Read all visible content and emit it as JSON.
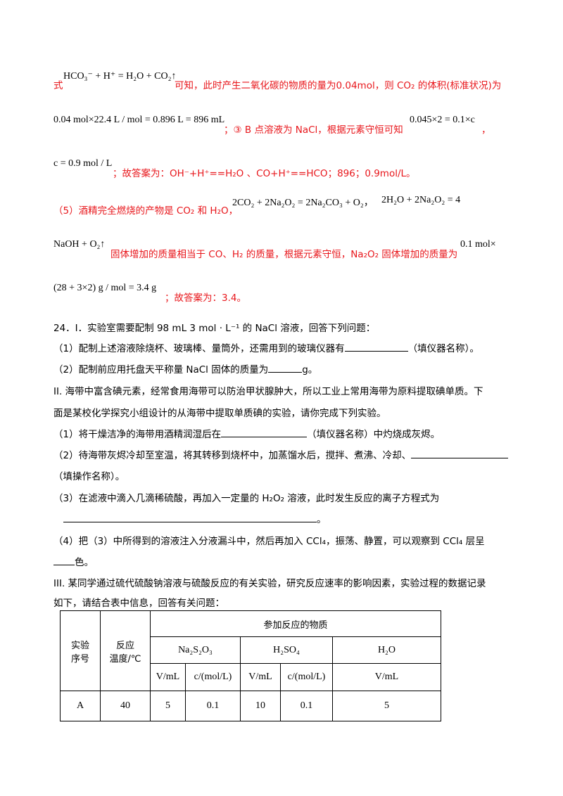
{
  "answer_section": {
    "line1_prefix": "式",
    "line1_formula": "HCO₃⁻ + H⁺ = H₂O + CO₂↑",
    "line1_text": "可知，此时产生二氧化碳的物质的量为0.04mol，则 CO₂ 的体积(标准状况)为",
    "line2_formula": "0.04 mol×22.4 L / mol = 0.896 L = 896 mL",
    "line2_text": "；③ B 点溶液为 NaCl，根据元素守恒可知",
    "line2_formula_right": "0.045×2 = 0.1×c",
    "line2_comma": "，",
    "line3_formula": "c = 0.9 mol / L",
    "line3_text": "；故答案为：OH⁻+H⁺==H₂O 、CO+H⁺==HCO；896；0.9mol/L。",
    "line4_text": "（5）酒精完全燃烧的产物是 CO₂ 和 H₂O，",
    "line4_formula1": "2CO₂ + 2Na₂O₂ = 2Na₂CO₃ + O₂，",
    "line4_formula2": "2H₂O + 2Na₂O₂ = 4",
    "line5_formula": "NaOH + O₂↑",
    "line5_text": "固体增加的质量相当于 CO、H₂ 的质量，根据元素守恒，Na₂O₂ 固体增加的质量为",
    "line5_formula_right": "0.1 mol×",
    "line6_formula": "(28 + 3×2) g / mol = 3.4 g",
    "line6_text": "；故答案为：3.4。"
  },
  "question24": {
    "header": "24．I．实验室需要配制 98 mL 3 mol · L⁻¹ 的 NaCl 溶液，回答下列问题：",
    "q1_a": "（1）配制上述溶液除烧杯、玻璃棒、量筒外，还需用到的玻璃仪器有",
    "q1_b": "（填仪器名称）。",
    "q2_a": "（2）配制前应用托盘天平称量 NaCl 固体的质量为",
    "q2_b": "g。",
    "partII_1": "II. 海带中富含碘元素，经常食用海带可以防治甲状腺肿大，所以工业上常用海带为原料提取碘单质。下",
    "partII_2": "面是某校化学探究小组设计的从海带中提取单质碘的实验，请你完成下列实验。",
    "ii1_a": "（1）将干燥洁净的海带用酒精润湿后在",
    "ii1_b": "（填仪器名称）中灼烧成灰烬。",
    "ii2_a": "（2）待海带灰烬冷却至室温，将其转移到烧杯中，加蒸馏水后，搅拌、煮沸、冷却、",
    "ii2_b": "（填操作名称）。",
    "ii3_a": "（3）在滤液中滴入几滴稀硫酸，再加入一定量的 H₂O₂ 溶液，此时发生反应的离子方程式为",
    "ii3_b": "。",
    "ii4_a": "（4）把（3）中所得到的溶液注入分液漏斗中，然后再加入 CCl₄，振荡、静置，可以观察到 CCl₄ 层呈",
    "ii4_b": "色。",
    "partIII_1": "III. 某同学通过硫代硫酸钠溶液与硫酸反应的有关实验，研究反应速率的影响因素，实验过程的数据记录",
    "partIII_2": "如下，请结合表中信息，回答有关问题："
  },
  "table": {
    "h_exp_1": "实验",
    "h_exp_2": "序号",
    "h_temp_1": "反应",
    "h_temp_2": "温度/℃",
    "h_group": "参加反应的物质",
    "h_na2s2o3": "Na₂S₂O₃",
    "h_h2so4": "H₂SO₄",
    "h_h2o": "H₂O",
    "h_v1": "V/mL",
    "h_c1": "c/(mol/L)",
    "h_v2": "V/mL",
    "h_c2": "c/(mol/L)",
    "h_v3": "V/mL",
    "row": [
      "A",
      "40",
      "5",
      "0.1",
      "10",
      "0.1",
      "5"
    ]
  }
}
